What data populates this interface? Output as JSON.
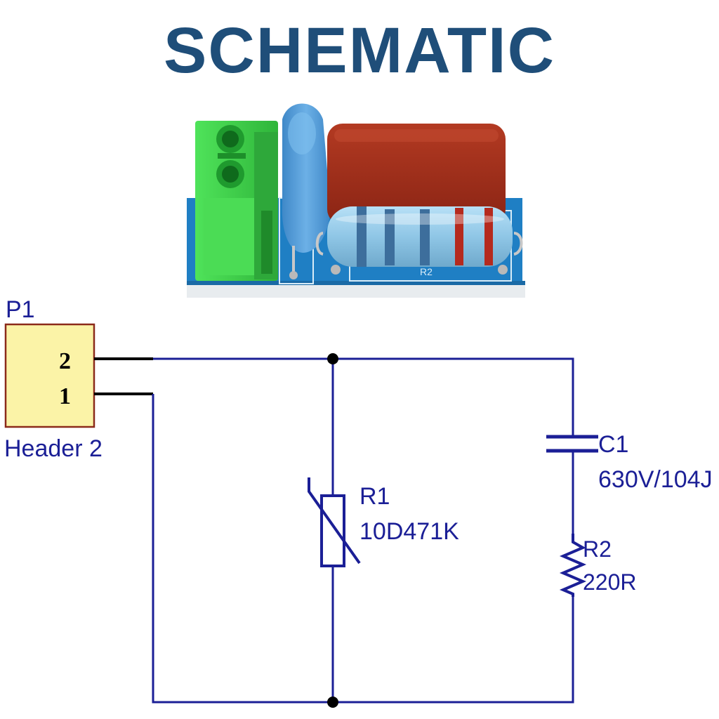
{
  "title": "SCHEMATIC",
  "board": {
    "silkscreen_label": "R2"
  },
  "header": {
    "designator": "P1",
    "name": "Header 2",
    "pin_top": "2",
    "pin_bottom": "1"
  },
  "varistor": {
    "designator": "R1",
    "value": "10D471K"
  },
  "capacitor": {
    "designator": "C1",
    "value": "630V/104J"
  },
  "resistor": {
    "designator": "R2",
    "value": "220R"
  },
  "colors": {
    "title": "#1f4e79",
    "wire": "#1b1f96",
    "header_fill": "#fbf3a7",
    "header_border": "#8b2a1a",
    "pcb": "#1f7fc4",
    "terminal": "#3fd14a",
    "varistor_body": "#5aa0d8",
    "capacitor_body": "#a32a16",
    "resistor_body": "#9cd0ee"
  }
}
